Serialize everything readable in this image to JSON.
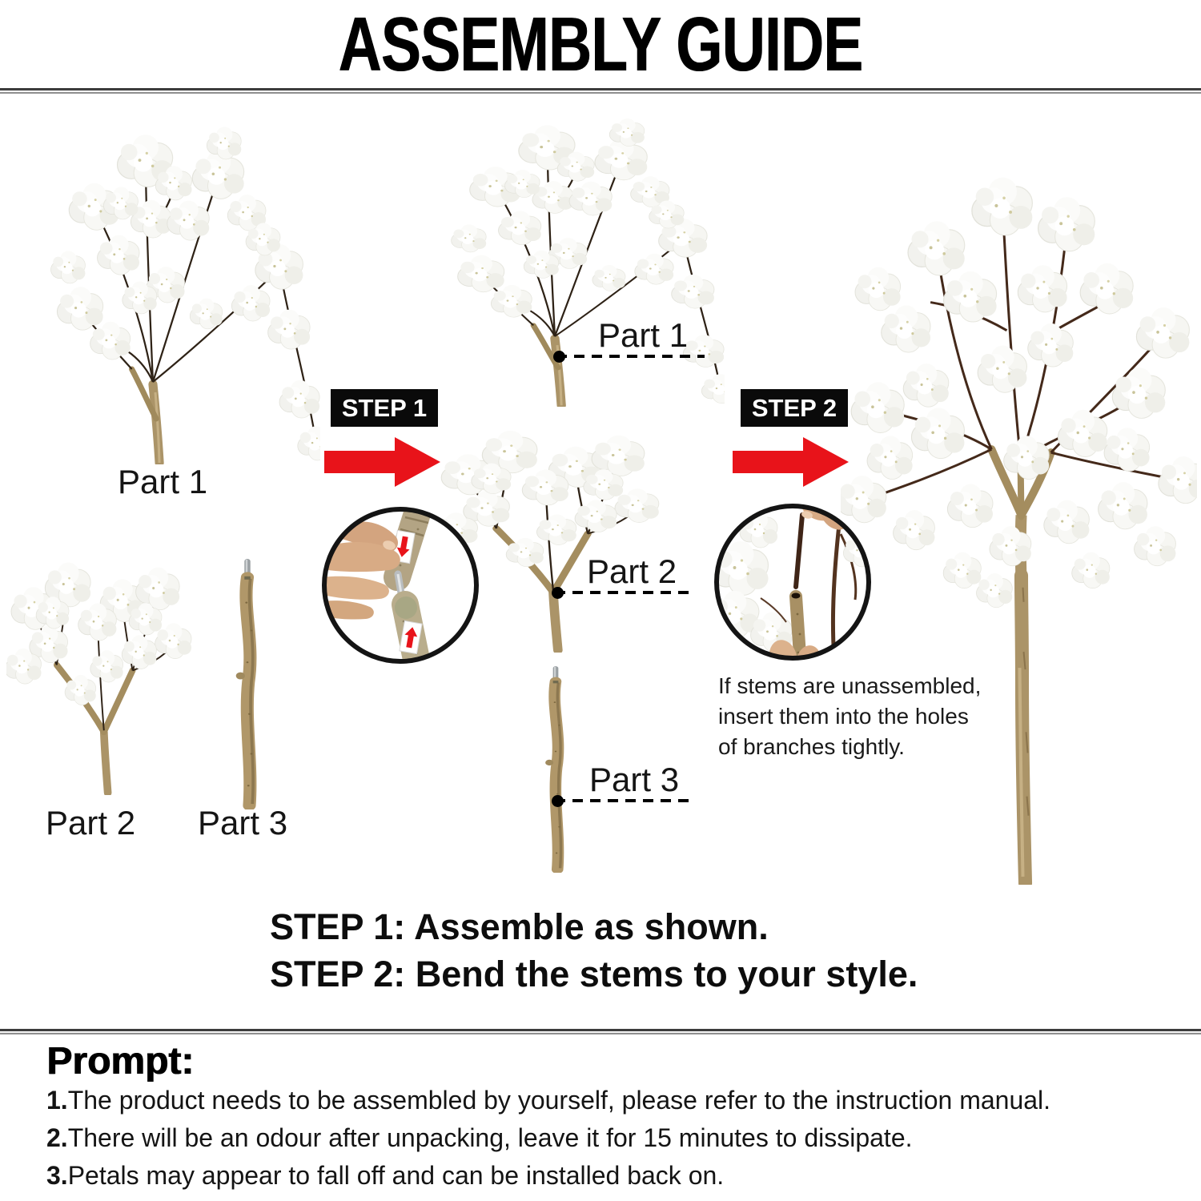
{
  "title": "ASSEMBLY GUIDE",
  "left_parts": {
    "part1": "Part 1",
    "part2": "Part 2",
    "part3": "Part 3"
  },
  "callouts": {
    "part1": "Part 1",
    "part2": "Part 2",
    "part3": "Part 3"
  },
  "step_badges": {
    "step1": "STEP 1",
    "step2": "STEP 2"
  },
  "inset_note": {
    "line1": "If stems are unassembled,",
    "line2": "insert them into the holes",
    "line3": "of branches tightly."
  },
  "summary": {
    "step1": "STEP 1: Assemble as shown.",
    "step2": "STEP 2: Bend the stems to your style."
  },
  "prompt": {
    "heading": "Prompt:",
    "items": [
      {
        "num": "1.",
        "text": "The product needs to be assembled by yourself, please refer to the instruction manual."
      },
      {
        "num": "2.",
        "text": "There will be an odour after unpacking, leave it for 15 minutes to dissipate."
      },
      {
        "num": "3.",
        "text": "Petals may appear to fall off and can be installed back on."
      }
    ]
  },
  "colors": {
    "accent_red": "#e8131a",
    "badge_bg": "#0a0a0a",
    "stem_tan": "#ab9468",
    "twig_brown": "#2e2216",
    "tree_twig_brown": "#44291a",
    "blossom_white": "#f7f7f4"
  }
}
